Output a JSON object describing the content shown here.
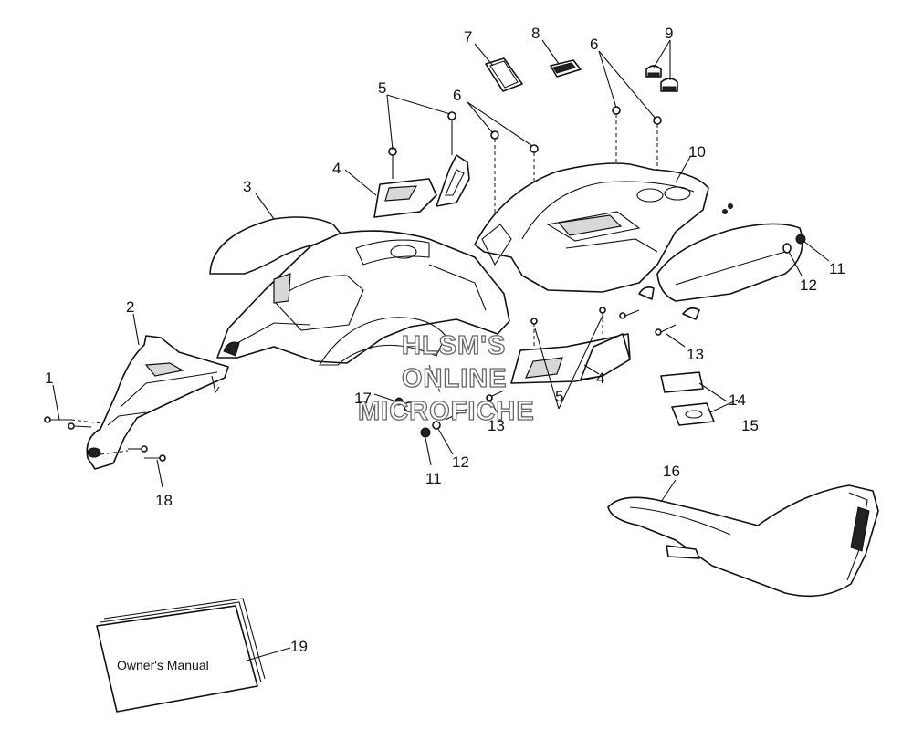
{
  "callouts": [
    {
      "id": "c1",
      "text": "1"
    },
    {
      "id": "c2",
      "text": "2"
    },
    {
      "id": "c3",
      "text": "3"
    },
    {
      "id": "c4a",
      "text": "4"
    },
    {
      "id": "c4b",
      "text": "4"
    },
    {
      "id": "c5a",
      "text": "5"
    },
    {
      "id": "c5b",
      "text": "5"
    },
    {
      "id": "c6a",
      "text": "6"
    },
    {
      "id": "c6b",
      "text": "6"
    },
    {
      "id": "c7",
      "text": "7"
    },
    {
      "id": "c8",
      "text": "8"
    },
    {
      "id": "c9",
      "text": "9"
    },
    {
      "id": "c10",
      "text": "10"
    },
    {
      "id": "c11a",
      "text": "11"
    },
    {
      "id": "c11b",
      "text": "11"
    },
    {
      "id": "c12a",
      "text": "12"
    },
    {
      "id": "c12b",
      "text": "12"
    },
    {
      "id": "c13a",
      "text": "13"
    },
    {
      "id": "c13b",
      "text": "13"
    },
    {
      "id": "c14",
      "text": "14"
    },
    {
      "id": "c15",
      "text": "15"
    },
    {
      "id": "c16",
      "text": "16"
    },
    {
      "id": "c17",
      "text": "17"
    },
    {
      "id": "c18",
      "text": "18"
    },
    {
      "id": "c19",
      "text": "19"
    }
  ],
  "watermark": {
    "line1": "HLSM'S",
    "line2": "ONLINE",
    "line3": "MICROFICHE"
  },
  "manual": {
    "title": "Owner's Manual"
  }
}
